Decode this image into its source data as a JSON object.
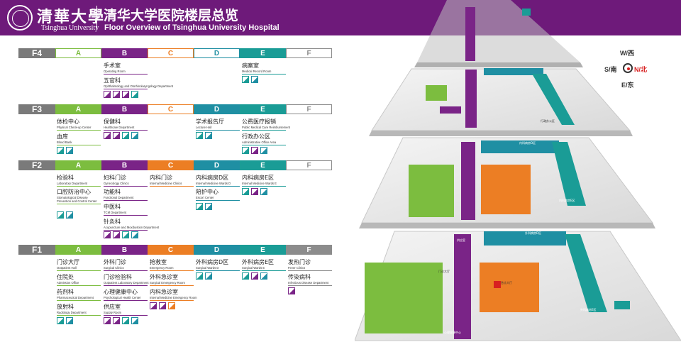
{
  "header": {
    "logo_cn": "清華大學",
    "logo_en": "Tsinghua University",
    "title_cn": "清华大学医院楼层总览",
    "title_en": "Floor Overview of Tsinghua University Hospital"
  },
  "colors": {
    "header": "#6e1a7a",
    "A": "#7cbd3f",
    "B": "#7a2487",
    "C": "#ec7e24",
    "D": "#1f8fa3",
    "E": "#1a9c96",
    "F": "#8c8c8c"
  },
  "floors": [
    {
      "label": "F4",
      "zones": [
        "A",
        "B",
        "C",
        "D",
        "E",
        "F"
      ],
      "active": [
        false,
        true,
        false,
        false,
        true,
        false
      ]
    },
    {
      "label": "F3",
      "zones": [
        "A",
        "B",
        "C",
        "D",
        "E",
        "F"
      ],
      "active": [
        true,
        true,
        false,
        true,
        true,
        false
      ]
    },
    {
      "label": "F2",
      "zones": [
        "A",
        "B",
        "C",
        "D",
        "E",
        "F"
      ],
      "active": [
        true,
        true,
        true,
        true,
        true,
        false
      ]
    },
    {
      "label": "F1",
      "zones": [
        "A",
        "B",
        "C",
        "D",
        "E",
        "F"
      ],
      "active": [
        true,
        true,
        true,
        true,
        true,
        true
      ]
    }
  ],
  "departments": {
    "f4_b1": {
      "cn": "手术室",
      "en": "Operating Room"
    },
    "f4_b2": {
      "cn": "五官科",
      "en": "Ophthalmology and Otorhinolaryngology Department"
    },
    "f4_e1": {
      "cn": "病案室",
      "en": "Medical Record Room"
    },
    "f3_a1": {
      "cn": "体检中心",
      "en": "Physical Check-up Center"
    },
    "f3_a2": {
      "cn": "血库",
      "en": "Blood Bank"
    },
    "f3_b1": {
      "cn": "保健科",
      "en": "Healthcare Department"
    },
    "f3_d1": {
      "cn": "学术报告厅",
      "en": "Lecture Hall"
    },
    "f3_e1": {
      "cn": "公费医疗报销",
      "en": "Public Medical Care Reimbursement"
    },
    "f3_e2": {
      "cn": "行政办公区",
      "en": "Administrative Office Area"
    },
    "f2_a1": {
      "cn": "检验科",
      "en": "Laboratory Department"
    },
    "f2_a2": {
      "cn": "口腔防治中心",
      "en": "Stomatological Disease Prevention and Control Center"
    },
    "f2_b1": {
      "cn": "妇科门诊",
      "en": "Gynecology Clinics"
    },
    "f2_b2": {
      "cn": "功能科",
      "en": "Functional Department"
    },
    "f2_b3": {
      "cn": "中医科",
      "en": "TCM Department"
    },
    "f2_b4": {
      "cn": "针灸科",
      "en": "Acupuncture and Moxibustion Department"
    },
    "f2_c1": {
      "cn": "内科门诊",
      "en": "Internal Medicine Clinics"
    },
    "f2_d1": {
      "cn": "内科病房D区",
      "en": "Internal Medicine Wards D"
    },
    "f2_d2": {
      "cn": "陪护中心",
      "en": "Escort Center"
    },
    "f2_e1": {
      "cn": "内科病房E区",
      "en": "Internal Medicine Wards E"
    },
    "f1_a1": {
      "cn": "门诊大厅",
      "en": "Outpatient Hall"
    },
    "f1_a2": {
      "cn": "住院处",
      "en": "Admission Office"
    },
    "f1_a3": {
      "cn": "药剂科",
      "en": "Pharmaceutical Department"
    },
    "f1_a4": {
      "cn": "放射科",
      "en": "Radiology Department"
    },
    "f1_b1": {
      "cn": "外科门诊",
      "en": "Surgical Clinics"
    },
    "f1_b2": {
      "cn": "门诊检验科",
      "en": "Outpatient Laboratory Department"
    },
    "f1_b3": {
      "cn": "心理健康中心",
      "en": "Psychological Health Center"
    },
    "f1_b4": {
      "cn": "供应室",
      "en": "Supply Room"
    },
    "f1_c1": {
      "cn": "抢救室",
      "en": "Emergency Room"
    },
    "f1_c2": {
      "cn": "外科急诊室",
      "en": "Surgical Emergency Room"
    },
    "f1_c3": {
      "cn": "内科急诊室",
      "en": "Internal Medicine Emergency Room"
    },
    "f1_d1": {
      "cn": "外科病房D区",
      "en": "Surgical Wards D"
    },
    "f1_e1": {
      "cn": "外科病房E区",
      "en": "Surgical Wards E"
    },
    "f1_f1": {
      "cn": "发热门诊",
      "en": "Fever Clinics"
    },
    "f1_f2": {
      "cn": "传染病科",
      "en": "Infectious Disease Department"
    }
  },
  "compass": {
    "west": "W/西",
    "south": "S/南",
    "north": "N/北",
    "east": "E/东"
  },
  "map_labels": {
    "f1_b_top": "供应室",
    "f1_b_mid": "门诊大厅",
    "f1_c_hall": "急诊大厅",
    "f1_d_wards": "外科病房D区",
    "f1_e_wards": "外科病房E区",
    "f1_psych": "心理健康中心",
    "f2_d_wards": "内科病房D区",
    "f2_e_wards": "内科病房E区",
    "f3_e_wards": "行政办公区"
  }
}
